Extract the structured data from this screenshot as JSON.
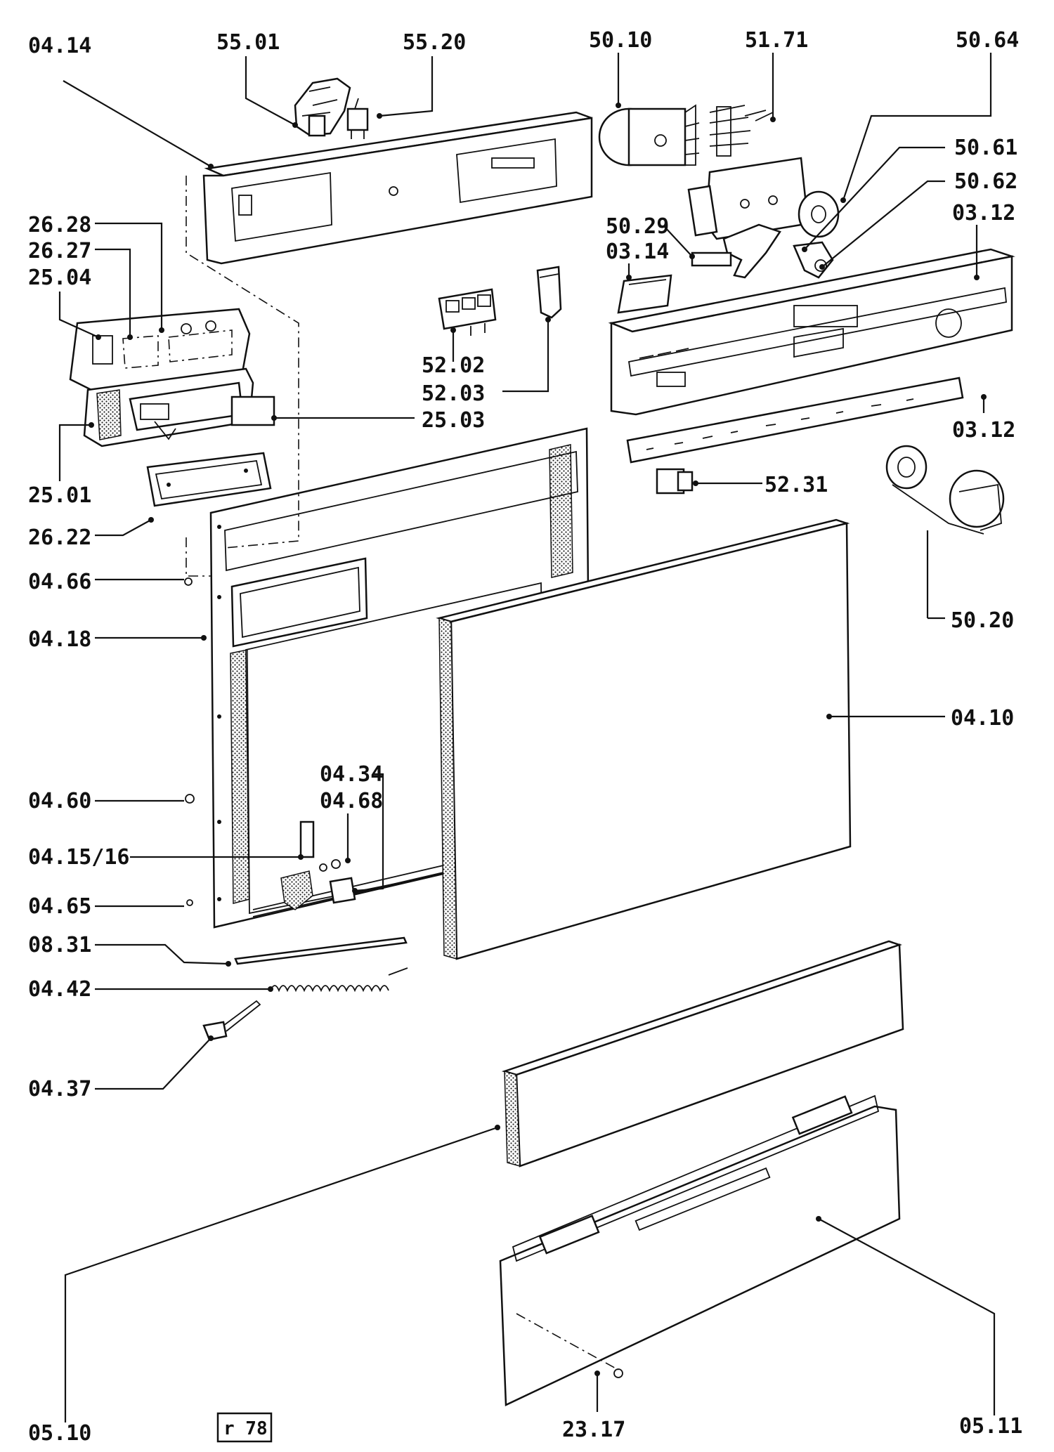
{
  "labels": {
    "l_04_14": "04.14",
    "l_55_01": "55.01",
    "l_55_20": "55.20",
    "l_50_10": "50.10",
    "l_51_71": "51.71",
    "l_50_64": "50.64",
    "l_50_61": "50.61",
    "l_50_62": "50.62",
    "l_03_12_top": "03.12",
    "l_26_28": "26.28",
    "l_26_27": "26.27",
    "l_25_04": "25.04",
    "l_50_29": "50.29",
    "l_03_14": "03.14",
    "l_52_02": "52.02",
    "l_52_03": "52.03",
    "l_25_03": "25.03",
    "l_03_12_bottom": "03.12",
    "l_25_01": "25.01",
    "l_52_31": "52.31",
    "l_26_22": "26.22",
    "l_04_66": "04.66",
    "l_50_20": "50.20",
    "l_04_18": "04.18",
    "l_04_10": "04.10",
    "l_04_34": "04.34",
    "l_04_68": "04.68",
    "l_04_60": "04.60",
    "l_04_15_16": "04.15/16",
    "l_04_65": "04.65",
    "l_08_31": "08.31",
    "l_04_42": "04.42",
    "l_04_37": "04.37",
    "l_05_10": "05.10",
    "l_23_17": "23.17",
    "l_05_11": "05.11"
  },
  "figure_code": "r 78"
}
